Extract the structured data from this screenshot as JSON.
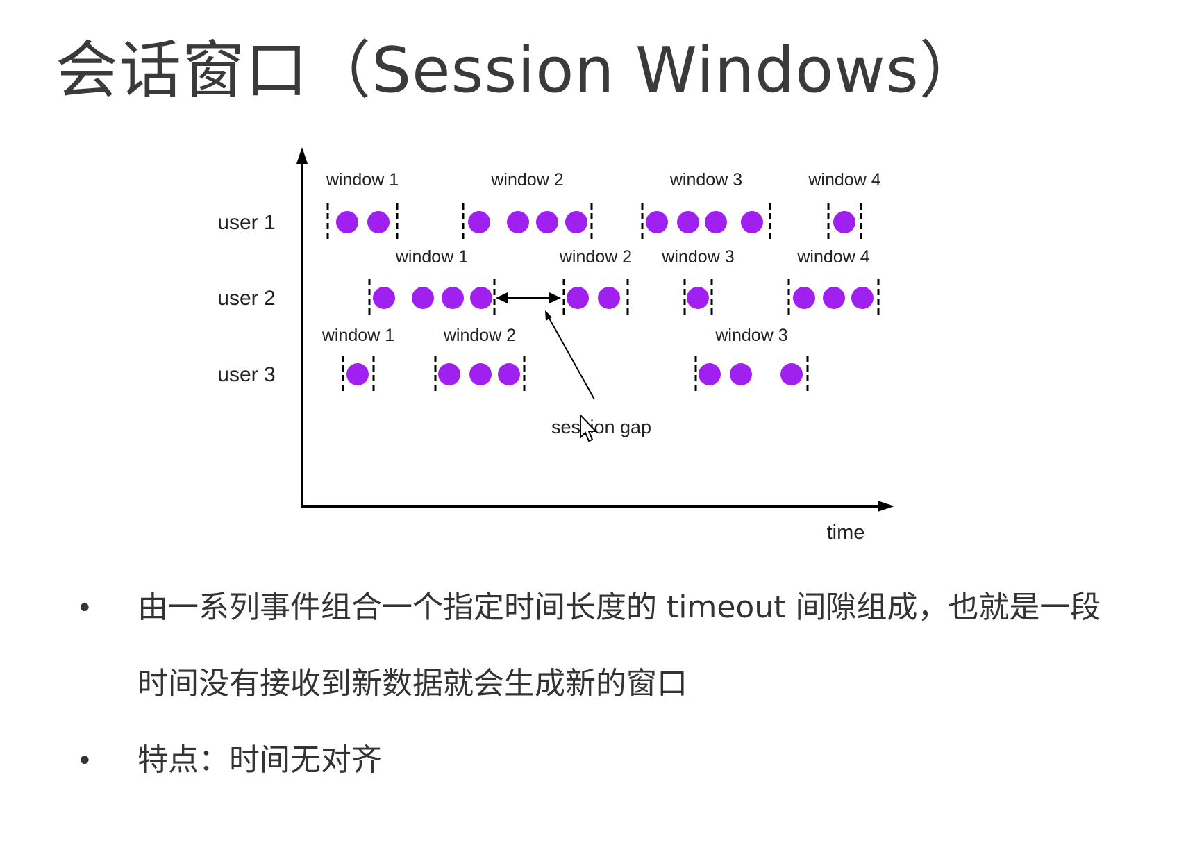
{
  "title": "会话窗口（Session Windows）",
  "diagram": {
    "rows": [
      {
        "label": "user 1",
        "windows": [
          {
            "label": "window 1",
            "dots": 2
          },
          {
            "label": "window 2",
            "dots": 4
          },
          {
            "label": "window 3",
            "dots": 4
          },
          {
            "label": "window 4",
            "dots": 1
          }
        ]
      },
      {
        "label": "user 2",
        "windows": [
          {
            "label": "window 1",
            "dots": 4
          },
          {
            "label": "window 2",
            "dots": 2
          },
          {
            "label": "window 3",
            "dots": 1
          },
          {
            "label": "window 4",
            "dots": 3
          }
        ]
      },
      {
        "label": "user 3",
        "windows": [
          {
            "label": "window 1",
            "dots": 1
          },
          {
            "label": "window 2",
            "dots": 3
          },
          {
            "label": "window 3",
            "dots": 3
          }
        ]
      }
    ],
    "gap_label": "session gap",
    "x_axis_label": "time",
    "dot_color": "#a020f0"
  },
  "bullets": [
    {
      "symbol": "•",
      "text": "由一系列事件组合一个指定时间长度的 timeout 间隙组成，也就是一段时间没有接收到新数据就会生成新的窗口"
    },
    {
      "symbol": "•",
      "text": "特点：时间无对齐"
    }
  ]
}
